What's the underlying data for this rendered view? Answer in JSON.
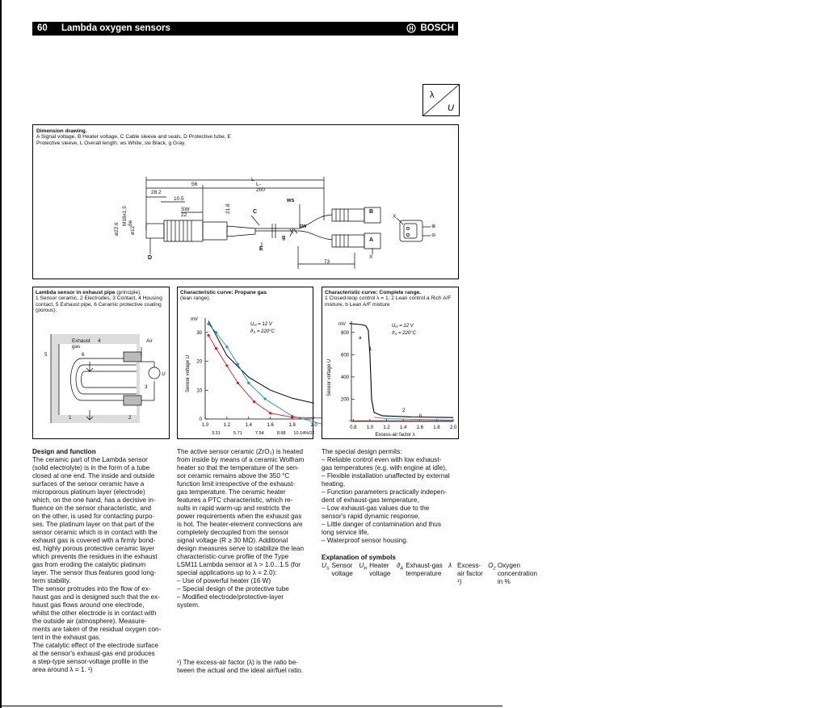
{
  "header": {
    "page_number": "60",
    "title": "Lambda oxygen sensors",
    "brand": "BOSCH"
  },
  "symbol_box": {
    "lambda": "λ",
    "u": "U"
  },
  "dimension_drawing": {
    "caption_title": "Dimension drawing.",
    "caption_text": "A Signal voltage, B Heater voltage, C Cable sleeve and seals, D Protective tube, E Protective sleeve, L Overall length. ws White, sw Black, g Gray.",
    "labels": {
      "d56": "56",
      "dL200": "L-200",
      "dL": "L",
      "d28": "28.2",
      "d105": "10.5",
      "sw22": "SW 22",
      "d218": "21.8",
      "d226": "ø22.6",
      "m18": "M18x1.5 6e",
      "d12": "ø12",
      "ws": "ws",
      "sw": "sw",
      "g": "g",
      "C": "C",
      "D": "D",
      "E": "E",
      "B": "B",
      "A": "A",
      "X1": "X",
      "X2": "X",
      "d73": "73",
      "plus": "⊕",
      "minus": "⊖"
    }
  },
  "principle": {
    "caption_title": "Lambda sensor in exhaust pipe",
    "caption_rest": " (principle).",
    "caption_text": "1 Sensor ceramic, 2 Electrodes, 3 Contact, 4 Housing contact, 5 Exhaust pipe, 6 Ceramic protective coating (porous).",
    "labels": {
      "exhaust": "Exhaust gas",
      "air": "Air",
      "us": "U",
      "n1": "1",
      "n2": "2",
      "n3": "3",
      "n4": "4",
      "n5": "5",
      "n6": "6"
    }
  },
  "propane_chart": {
    "caption_title": "Characteristic curve: Propane gas",
    "caption_text": "(lean range).",
    "unit": "mV",
    "uh": "U",
    "uh_val": " = 12 V",
    "theta_val": " = 220°C",
    "ylabel": "Sensor voltage U",
    "o2_label": "10.14%O"
  },
  "complete_chart": {
    "caption_title": "Characteristic curve: Complete range.",
    "caption_text": "1 Closed-loop control λ = 1; 2 Lean control a Rich A/F mixture, b Lean A/F mixture",
    "unit": "mV",
    "uh_val": " = 12 V",
    "theta_val": " = 220°C",
    "ylabel": "Sensor voltage U",
    "xlabel": "Excess-air factor λ",
    "labels": {
      "a": "a",
      "b": "b",
      "n1": "1",
      "n2": "2"
    }
  },
  "chart_data": [
    {
      "type": "line",
      "title": "Characteristic curve: Propane gas",
      "ylabel": "Sensor voltage U_S",
      "yunit": "mV",
      "ylim": [
        0,
        35
      ],
      "xlim": [
        1.0,
        2.1
      ],
      "x_ticks": [
        "1.0",
        "1.2",
        "1.4",
        "1.6",
        "1.8",
        "2.0"
      ],
      "x_ticks2": [
        "3.31",
        "5.71",
        "7.54",
        "8.98",
        "10.14%O2"
      ],
      "y_ticks": [
        "0",
        "10",
        "20",
        "30"
      ],
      "series": [
        {
          "color": "#000000",
          "x": [
            1.03,
            1.2,
            1.4,
            1.6,
            1.8,
            2.0
          ],
          "y": [
            34,
            22,
            14.5,
            10,
            7.2,
            5.5
          ]
        },
        {
          "color": "#1e90c8",
          "x": [
            1.03,
            1.1,
            1.2,
            1.3,
            1.4,
            1.55,
            1.8,
            2.1
          ],
          "y": [
            33,
            30,
            25,
            19,
            12.5,
            7,
            1,
            -2
          ]
        },
        {
          "color": "#e0141e",
          "x": [
            1.03,
            1.1,
            1.2,
            1.3,
            1.45,
            1.6,
            1.8,
            2.1
          ],
          "y": [
            29,
            24.5,
            18.5,
            12.5,
            6,
            2,
            0.6,
            0.3
          ]
        }
      ]
    },
    {
      "type": "line",
      "title": "Characteristic curve: Complete range",
      "ylabel": "Sensor voltage U_S",
      "yunit": "mV",
      "xlabel": "Excess-air factor λ",
      "ylim": [
        0,
        900
      ],
      "xlim": [
        0.7,
        2.0
      ],
      "x_ticks": [
        "0.8",
        "1.0",
        "1.2",
        "1.4",
        "1.6",
        "1.8",
        "2.0"
      ],
      "y_ticks": [
        "200",
        "400",
        "600",
        "800"
      ],
      "series": [
        {
          "color": "#000000",
          "x": [
            0.75,
            0.9,
            0.95,
            0.98,
            1.0,
            1.02,
            1.05,
            1.15,
            1.5,
            2.0
          ],
          "y": [
            880,
            870,
            860,
            820,
            600,
            200,
            80,
            50,
            40,
            35
          ]
        },
        {
          "color": "#1e90c8",
          "x": [
            1.05,
            1.2,
            1.6,
            2.0
          ],
          "y": [
            38,
            25,
            18,
            12
          ]
        },
        {
          "color": "#e0141e",
          "x": [
            0.75,
            1.05,
            1.4,
            2.0
          ],
          "y": [
            6,
            6,
            6,
            6
          ]
        }
      ]
    }
  ],
  "text": {
    "col1_head": "Design and function",
    "col1": "The ceramic part of the Lambda sensor\n(solid electrolyte) is in the form of a tube\nclosed at one end. The inside and outside\nsurfaces of the sensor ceramic have a\nmicroporous platinum layer (electrode)\nwhich, on the one hand, has a decisive in-\nfluence on the sensor characteristic, and\non the other, is used for contacting purpo-\nses. The platinum layer on that part of the\nsensor ceramic which is in contact with the\nexhaust gas is covered with a firmly bond-\ned, highly porous protective ceramic layer\nwhich prevents the residues in the exhaust\ngas from eroding the catalytic platinum\nlayer. The sensor thus features good long-\nterm stability.\nThe sensor protrudes into the flow of ex-\nhaust gas and is designed such that the ex-\nhaust gas flows around one electrode,\nwhilst the other electrode is in contact with\nthe outside air (atmosphere). Measure-\nments are taken of the residual oxygen con-\ntent in the exhaust gas.\nThe catalytic effect of the electrode surface\nat the sensor's exhaust-gas end produces\na step-type sensor-voltage profile in the\narea around λ = 1. ¹)",
    "col2": "The active sensor ceramic (ZrO₂) is heated\nfrom inside by means of a ceramic Wolfram\nheater so that the temperature of the sen-\nsor ceramic remains above the 350 °C\nfunction limit irrespective of the exhaust-\ngas temperature. The ceramic heater\nfeatures a PTC characteristic, which re-\nsults in rapid warm-up and restricts the\npower requirements when the exhaust gas\nis hot. The heater-element connections are\ncompletely decoupled from the sensor\nsignal voltage (R ≥ 30 MΩ). Additional\ndesign measures serve to stabilize the lean\ncharacteristic-curve profile of the Type\nLSM11 Lambda sensor at λ > 1.0...1.5 (for\nspecial applications up to λ = 2.0):\n– Use of powerful heater (16 W)\n– Special design of the protective tube\n– Modified electrode/protective-layer\nsystem.",
    "footnote": "¹) The excess-air factor (λ) is the ratio be-\ntween the actual and the ideal air/fuel ratio.",
    "col3": "The special design permits:\n– Reliable control even with low exhaust-\ngas temperatures (e.g. with engine at idle),\n– Flexible installation unaffected by external\nheating,\n– Function parameters practically indepen-\ndent of exhaust-gas temperature,\n– Low exhaust-gas values due to the\nsensor's rapid dynamic response,\n– Little danger of contamination and thus\nlong service life,\n– Waterproof sensor housing.",
    "symbols_head": "Explanation of symbols",
    "symbols": [
      {
        "sym": "U",
        "sub": "S",
        "desc": "Sensor voltage"
      },
      {
        "sym": "U",
        "sub": "H",
        "desc": "Heater voltage"
      },
      {
        "sym": "ϑ",
        "sub": "A",
        "desc": "Exhaust-gas temperature"
      },
      {
        "sym": "λ",
        "sub": "",
        "desc": "Excess-air factor ¹)"
      },
      {
        "sym": "O",
        "sub": "2",
        "desc": "Oxygen concentration in %"
      }
    ]
  }
}
